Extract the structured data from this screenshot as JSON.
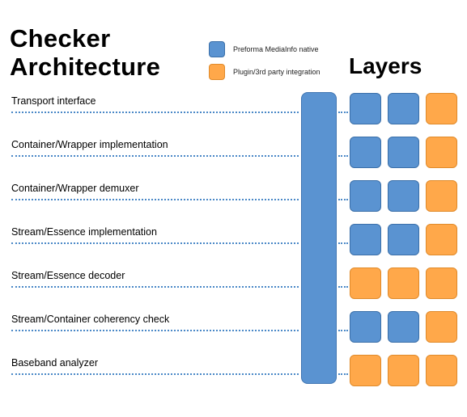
{
  "title": {
    "line1": "Checker",
    "line2": "Architecture"
  },
  "legend": [
    {
      "label": "Preforma MediaInfo native",
      "color": "#5a93d1"
    },
    {
      "label": "Plugin/3rd party integration",
      "color": "#ffa84a"
    }
  ],
  "layers_title": "Layers",
  "rows": [
    {
      "label": "Transport interface",
      "cells": [
        "blue",
        "blue",
        "orange"
      ]
    },
    {
      "label": "Container/Wrapper implementation",
      "cells": [
        "blue",
        "blue",
        "orange"
      ]
    },
    {
      "label": "Container/Wrapper demuxer",
      "cells": [
        "blue",
        "blue",
        "orange"
      ]
    },
    {
      "label": "Stream/Essence implementation",
      "cells": [
        "blue",
        "blue",
        "orange"
      ]
    },
    {
      "label": "Stream/Essence decoder",
      "cells": [
        "orange",
        "orange",
        "orange"
      ]
    },
    {
      "label": "Stream/Container coherency check",
      "cells": [
        "blue",
        "blue",
        "orange"
      ]
    },
    {
      "label": "Baseband analyzer",
      "cells": [
        "orange",
        "orange",
        "orange"
      ]
    }
  ]
}
